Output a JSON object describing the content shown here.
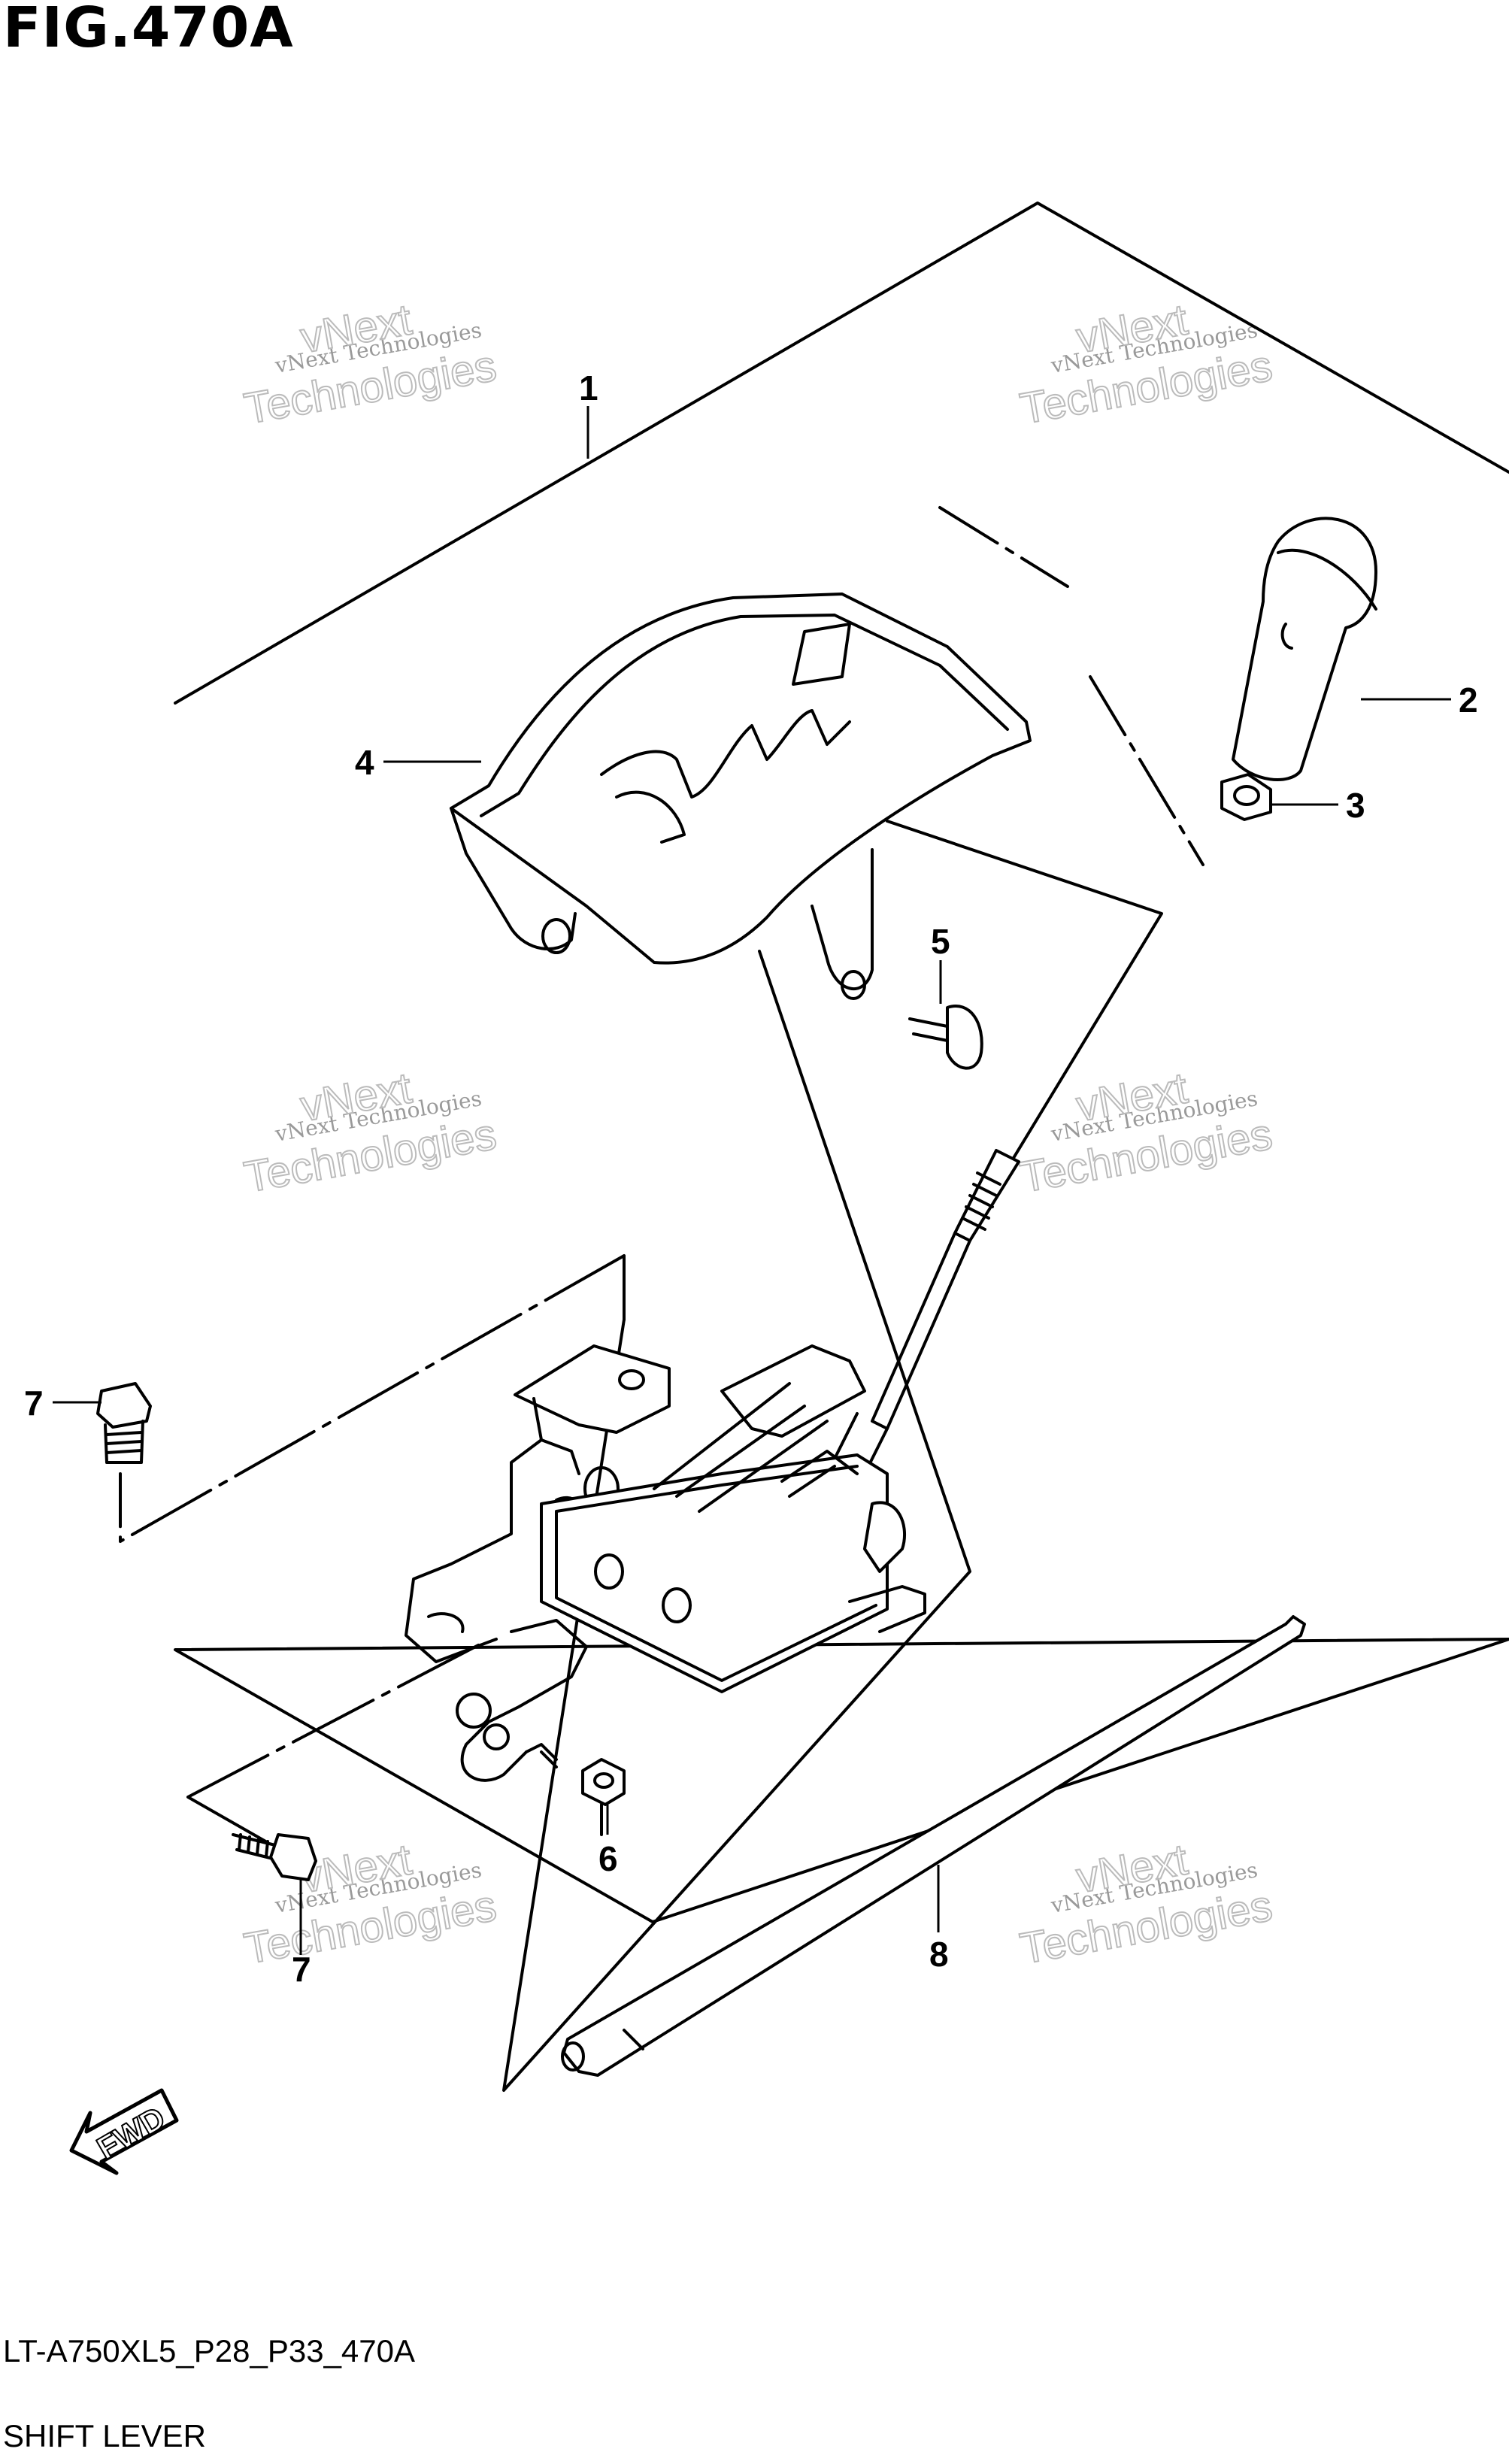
{
  "figure": {
    "title": "FIG.470A"
  },
  "footer": {
    "code": "LT-A750XL5_P28_P33_470A",
    "caption": "SHIFT LEVER"
  },
  "callouts": [
    {
      "id": "1",
      "label": "1"
    },
    {
      "id": "2",
      "label": "2"
    },
    {
      "id": "3",
      "label": "3"
    },
    {
      "id": "4",
      "label": "4"
    },
    {
      "id": "5",
      "label": "5"
    },
    {
      "id": "6",
      "label": "6"
    },
    {
      "id": "7a",
      "label": "7"
    },
    {
      "id": "7b",
      "label": "7"
    },
    {
      "id": "8",
      "label": "8"
    }
  ],
  "watermark": {
    "line1": "vNext Technologies",
    "line2": "vNext",
    "line3": "Technologies"
  },
  "direction_marker": {
    "label": "FWD"
  }
}
